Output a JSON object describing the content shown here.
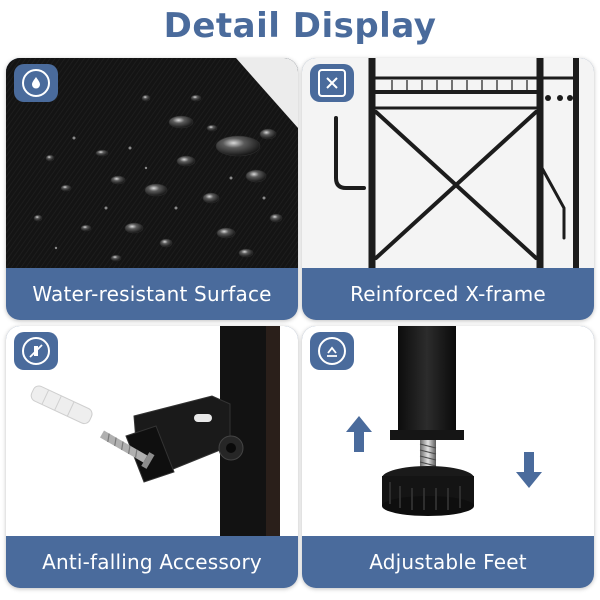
{
  "header": {
    "title": "Detail Display"
  },
  "colors": {
    "accent": "#4a6b9c",
    "title": "#4a6b9c"
  },
  "features": [
    {
      "caption": "Water-resistant Surface",
      "icon": "water-drop-icon"
    },
    {
      "caption": "Reinforced X-frame",
      "icon": "x-frame-icon"
    },
    {
      "caption": "Anti-falling Accessory",
      "icon": "anti-tip-icon"
    },
    {
      "caption": "Adjustable Feet",
      "icon": "adjustable-feet-icon"
    }
  ]
}
